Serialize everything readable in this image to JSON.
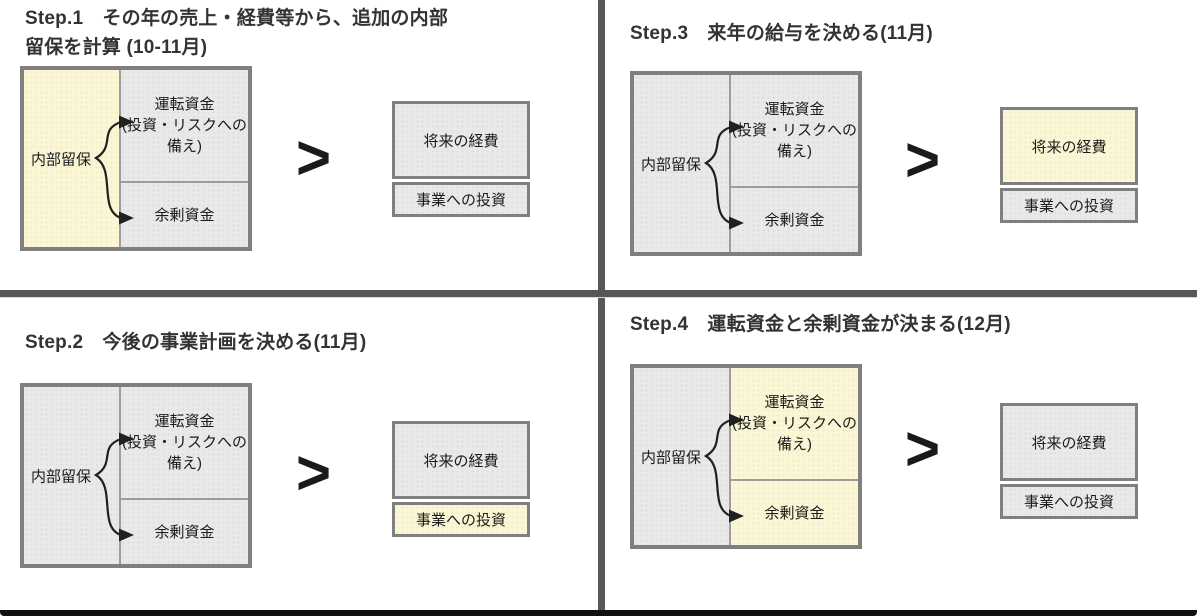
{
  "colors": {
    "highlight": "#FBF7D6",
    "cellgray": "#E9E9E9",
    "box_border": "#7F7F7F",
    "divider": "#575757",
    "text": "#1C1C1C",
    "title_text": "#333333",
    "bottom_bar": "#101010"
  },
  "shared": {
    "reserve_label": "内部留保",
    "working_capital_label": "運転資金\n(投資・リスクへの\n備え)",
    "surplus_label": "余剰資金",
    "future_expense_label": "将来の経費",
    "investment_label": "事業への投資",
    "comparator": ">"
  },
  "steps": [
    {
      "title": "Step.1　その年の売上・経費等から、追加の内部\n留保を計算 (10-11月)",
      "highlight": {
        "reserve": true,
        "working": false,
        "surplus": false,
        "future": false,
        "investment": false
      }
    },
    {
      "title": "Step.2　今後の事業計画を決める(11月)",
      "highlight": {
        "reserve": false,
        "working": false,
        "surplus": false,
        "future": false,
        "investment": true
      }
    },
    {
      "title": "Step.3　来年の給与を決める(11月)",
      "highlight": {
        "reserve": false,
        "working": false,
        "surplus": false,
        "future": true,
        "investment": false
      }
    },
    {
      "title": "Step.4　運転資金と余剰資金が決まる(12月)",
      "highlight": {
        "reserve": false,
        "working": true,
        "surplus": true,
        "future": false,
        "investment": false
      }
    }
  ]
}
